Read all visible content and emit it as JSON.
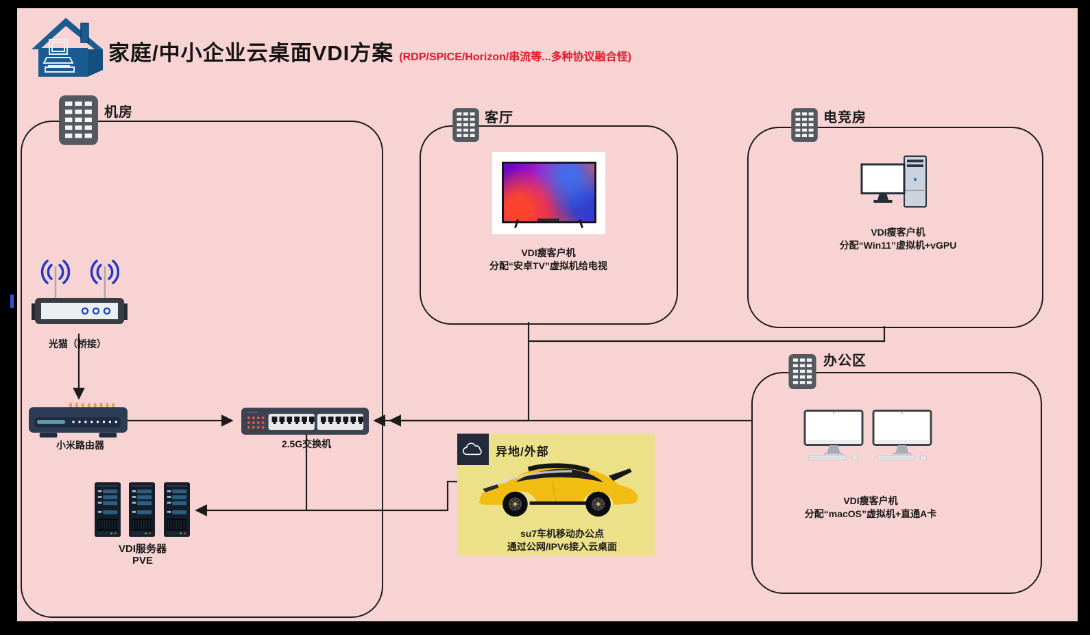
{
  "header": {
    "title": "家庭/中小企业云桌面VDI方案",
    "subtitle": "(RDP/SPICE/Horizon/串流等...多种协议融合怪)"
  },
  "rooms": {
    "server_room": {
      "label": "机房"
    },
    "living_room": {
      "label": "客厅"
    },
    "gaming_room": {
      "label": "电竞房"
    },
    "office_area": {
      "label": "办公区"
    },
    "external": {
      "label": "异地/外部"
    }
  },
  "devices": {
    "modem": {
      "label": "光猫（桥接）"
    },
    "router": {
      "label": "小米路由器"
    },
    "switch": {
      "label": "2.5G交换机"
    },
    "server": {
      "line1": "VDI服务器",
      "line2": "PVE"
    },
    "living_tv": {
      "line1": "VDI瘦客户机",
      "line2": "分配“安卓TV”虚拟机给电视"
    },
    "gaming_pc": {
      "line1": "VDI瘦客户机",
      "line2": "分配“Win11”虚拟机+vGPU"
    },
    "office_pc": {
      "line1": "VDI瘦客户机",
      "line2": "分配“macOS”虚拟机+直通A卡"
    },
    "car": {
      "line1": "su7车机移动办公点",
      "line2": "通过公网/IPV6接入云桌面"
    }
  },
  "icons": {
    "house": "house-with-computer-icon",
    "building": "building-icon",
    "cloud": "cloud-outline-icon"
  },
  "colors": {
    "background": "#f8d3d3",
    "frame": "#000000",
    "line": "#1c1c1c",
    "accent_red": "#e01a2b",
    "icon_gray": "#54595f",
    "device_navy": "#232b3a",
    "external_bg": "#ece189",
    "house_blue": "#1a5c92",
    "car_yellow": "#f2bd13"
  }
}
